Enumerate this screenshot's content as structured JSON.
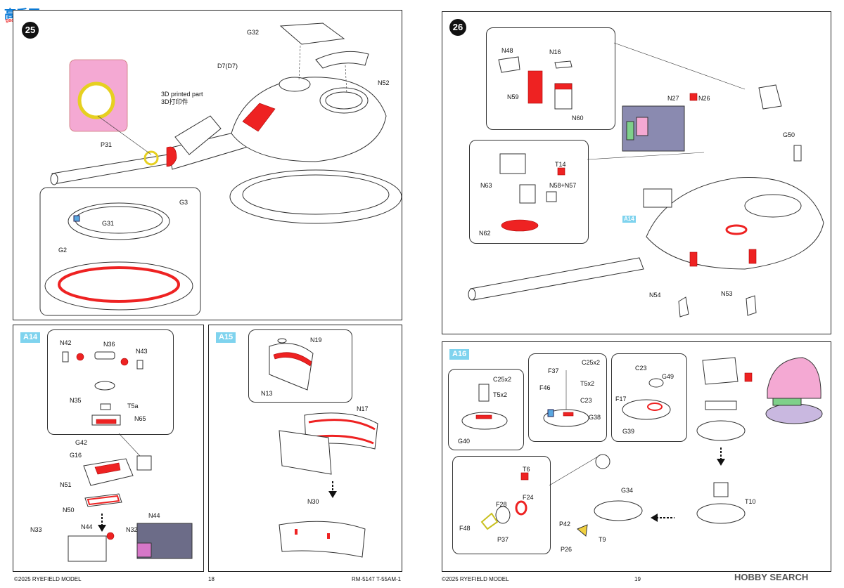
{
  "watermarks": {
    "top_left_logo": "高手网",
    "top_left_url": "gao-shou.com",
    "bottom_right": "HOBBY SEARCH"
  },
  "left_page": {
    "step25": {
      "number": "25",
      "labels": {
        "g32": "G32",
        "d7": "D7(D7)",
        "n52": "N52",
        "printed_en": "3D printed part",
        "printed_cn": "3D打印件",
        "p31": "P31",
        "g3": "G3",
        "g31": "G31",
        "g2": "G2"
      }
    },
    "a14": {
      "badge": "A14",
      "labels": {
        "n42": "N42",
        "n36": "N36",
        "n43": "N43",
        "n35": "N35",
        "t5a": "T5a",
        "n65": "N65",
        "g42": "G42",
        "g16": "G16",
        "n51": "N51",
        "n50": "N50",
        "n33": "N33",
        "n44a": "N44",
        "n32": "N32",
        "n44b": "N44"
      }
    },
    "a15": {
      "badge": "A15",
      "labels": {
        "n19": "N19",
        "n13": "N13",
        "n17": "N17",
        "n30": "N30"
      }
    },
    "footer": {
      "copyright": "©2025 RYEFIELD MODEL",
      "page": "18",
      "product": "RM-5147 T-55AM-1"
    }
  },
  "right_page": {
    "step26": {
      "number": "26",
      "labels": {
        "n48": "N48",
        "n16": "N16",
        "n59": "N59",
        "n60": "N60",
        "n27": "N27",
        "n26": "N26",
        "g50": "G50",
        "t14": "T14",
        "n63": "N63",
        "n58_57": "N58+N57",
        "n62": "N62",
        "a14_ref": "A14",
        "n54": "N54",
        "n53": "N53"
      }
    },
    "a16": {
      "badge": "A16",
      "labels": {
        "c25x2_a": "C25x2",
        "t5x2_a": "T5x2",
        "g40": "G40",
        "f37": "F37",
        "c25x2_b": "C25x2",
        "f46": "F46",
        "t5x2_b": "T5x2",
        "c23_a": "C23",
        "g38": "G38",
        "c23_b": "C23",
        "g49": "G49",
        "f17": "F17",
        "g39": "G39",
        "t6": "T6",
        "f28": "F28",
        "f24": "F24",
        "f48": "F48",
        "p37": "P37",
        "g34": "G34",
        "p42": "P42",
        "p26": "P26",
        "t9": "T9",
        "t10": "T10"
      }
    },
    "footer": {
      "copyright": "©2025 RYEFIELD MODEL",
      "page": "19"
    }
  },
  "colors": {
    "accent_red": "#e22222",
    "badge_blue": "#7fd3ee",
    "render_pink": "#f4a9d3",
    "render_green": "#7ed08a",
    "render_purple": "#8a8ab0"
  }
}
